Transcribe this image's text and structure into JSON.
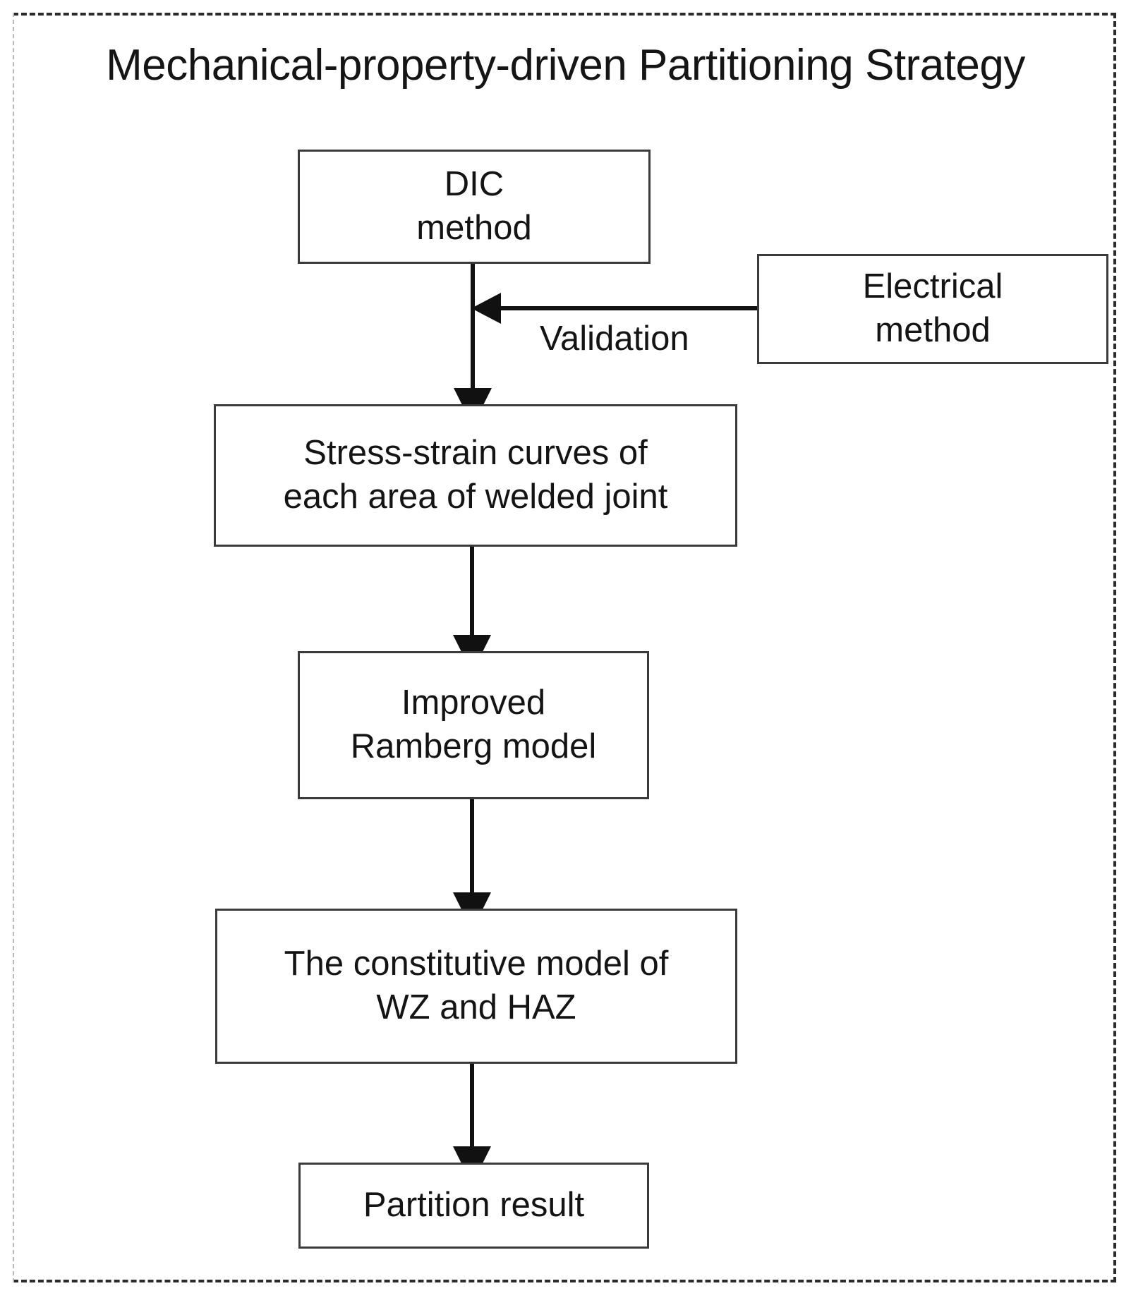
{
  "title": "Mechanical-property-driven Partitioning Strategy",
  "nodes": {
    "dic_method": {
      "line1": "DIC",
      "line2": "method"
    },
    "electrical_method": {
      "line1": "Electrical",
      "line2": "method"
    },
    "stress_strain": {
      "line1": "Stress-strain curves of",
      "line2": "each area of welded joint"
    },
    "ramberg": {
      "line1": "Improved",
      "line2": "Ramberg model"
    },
    "constitutive": {
      "line1": "The constitutive model of",
      "line2": "WZ and HAZ"
    },
    "partition_result": {
      "line1": "Partition result"
    }
  },
  "edges": {
    "validation_label": "Validation"
  },
  "colors": {
    "box_border": "#3a3a3a",
    "frame_border": "#2b2b2b",
    "frame_border_left": "#b9b9b9",
    "text": "#141414",
    "background": "#ffffff",
    "connector": "#111111"
  }
}
